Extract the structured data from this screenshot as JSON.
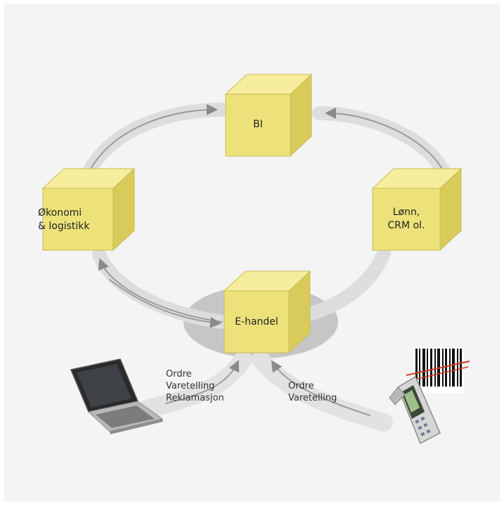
{
  "nodes": {
    "bi": "BI",
    "okonomi": "Økonomi\n& logistikk",
    "lonn": "Lønn,\nCRM ol.",
    "ehandel": "E-handel"
  },
  "flows": {
    "laptop": "Ordre\nVaretelling\nReklamasjon",
    "scanner": "Ordre\nVaretelling"
  },
  "colors": {
    "cube_front": "#ede27a",
    "cube_top": "#f6ee9c",
    "cube_side": "#d9cb5a",
    "arrow": "#dcdcdc",
    "ellipse": "#c9c9c9"
  },
  "icons": {
    "laptop": "laptop-icon",
    "scanner": "barcode-scanner-icon",
    "barcode": "barcode-icon"
  }
}
